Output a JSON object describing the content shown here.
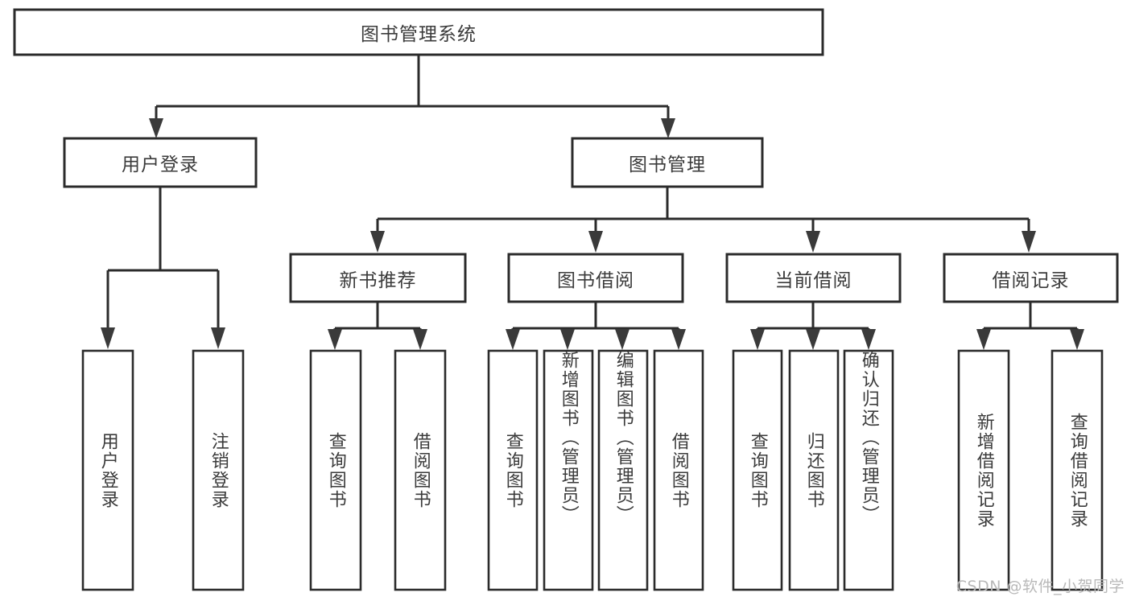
{
  "diagram": {
    "type": "tree-hierarchy",
    "title": "图书管理系统",
    "colors": {
      "box_stroke": "#2b2b2b",
      "box_fill": "#ffffff",
      "connector": "#2b2b2b",
      "arrow": "#3a3a3a",
      "text": "#3b3b3b",
      "watermark": "#b9b9b9",
      "background": "#ffffff"
    },
    "root": {
      "label": "图书管理系统"
    },
    "level2": [
      {
        "label": "用户登录"
      },
      {
        "label": "图书管理"
      }
    ],
    "level3": [
      {
        "label": "新书推荐"
      },
      {
        "label": "图书借阅"
      },
      {
        "label": "当前借阅"
      },
      {
        "label": "借阅记录"
      }
    ],
    "leaves": {
      "user_login": [
        {
          "label": "用户登录"
        },
        {
          "label": "注销登录"
        }
      ],
      "new_book": [
        {
          "label": "查询图书"
        },
        {
          "label": "借阅图书"
        }
      ],
      "book_borrow": [
        {
          "label": "查询图书"
        },
        {
          "label": "新增图书（管理员）"
        },
        {
          "label": "编辑图书（管理员）"
        },
        {
          "label": "借阅图书"
        }
      ],
      "current_borrow": [
        {
          "label": "查询图书"
        },
        {
          "label": "归还图书"
        },
        {
          "label": "确认归还（管理员）"
        }
      ],
      "borrow_record": [
        {
          "label": "新增借阅记录"
        },
        {
          "label": "查询借阅记录"
        }
      ]
    }
  },
  "watermark": {
    "text": "CSDN @软件_小贺同学"
  }
}
